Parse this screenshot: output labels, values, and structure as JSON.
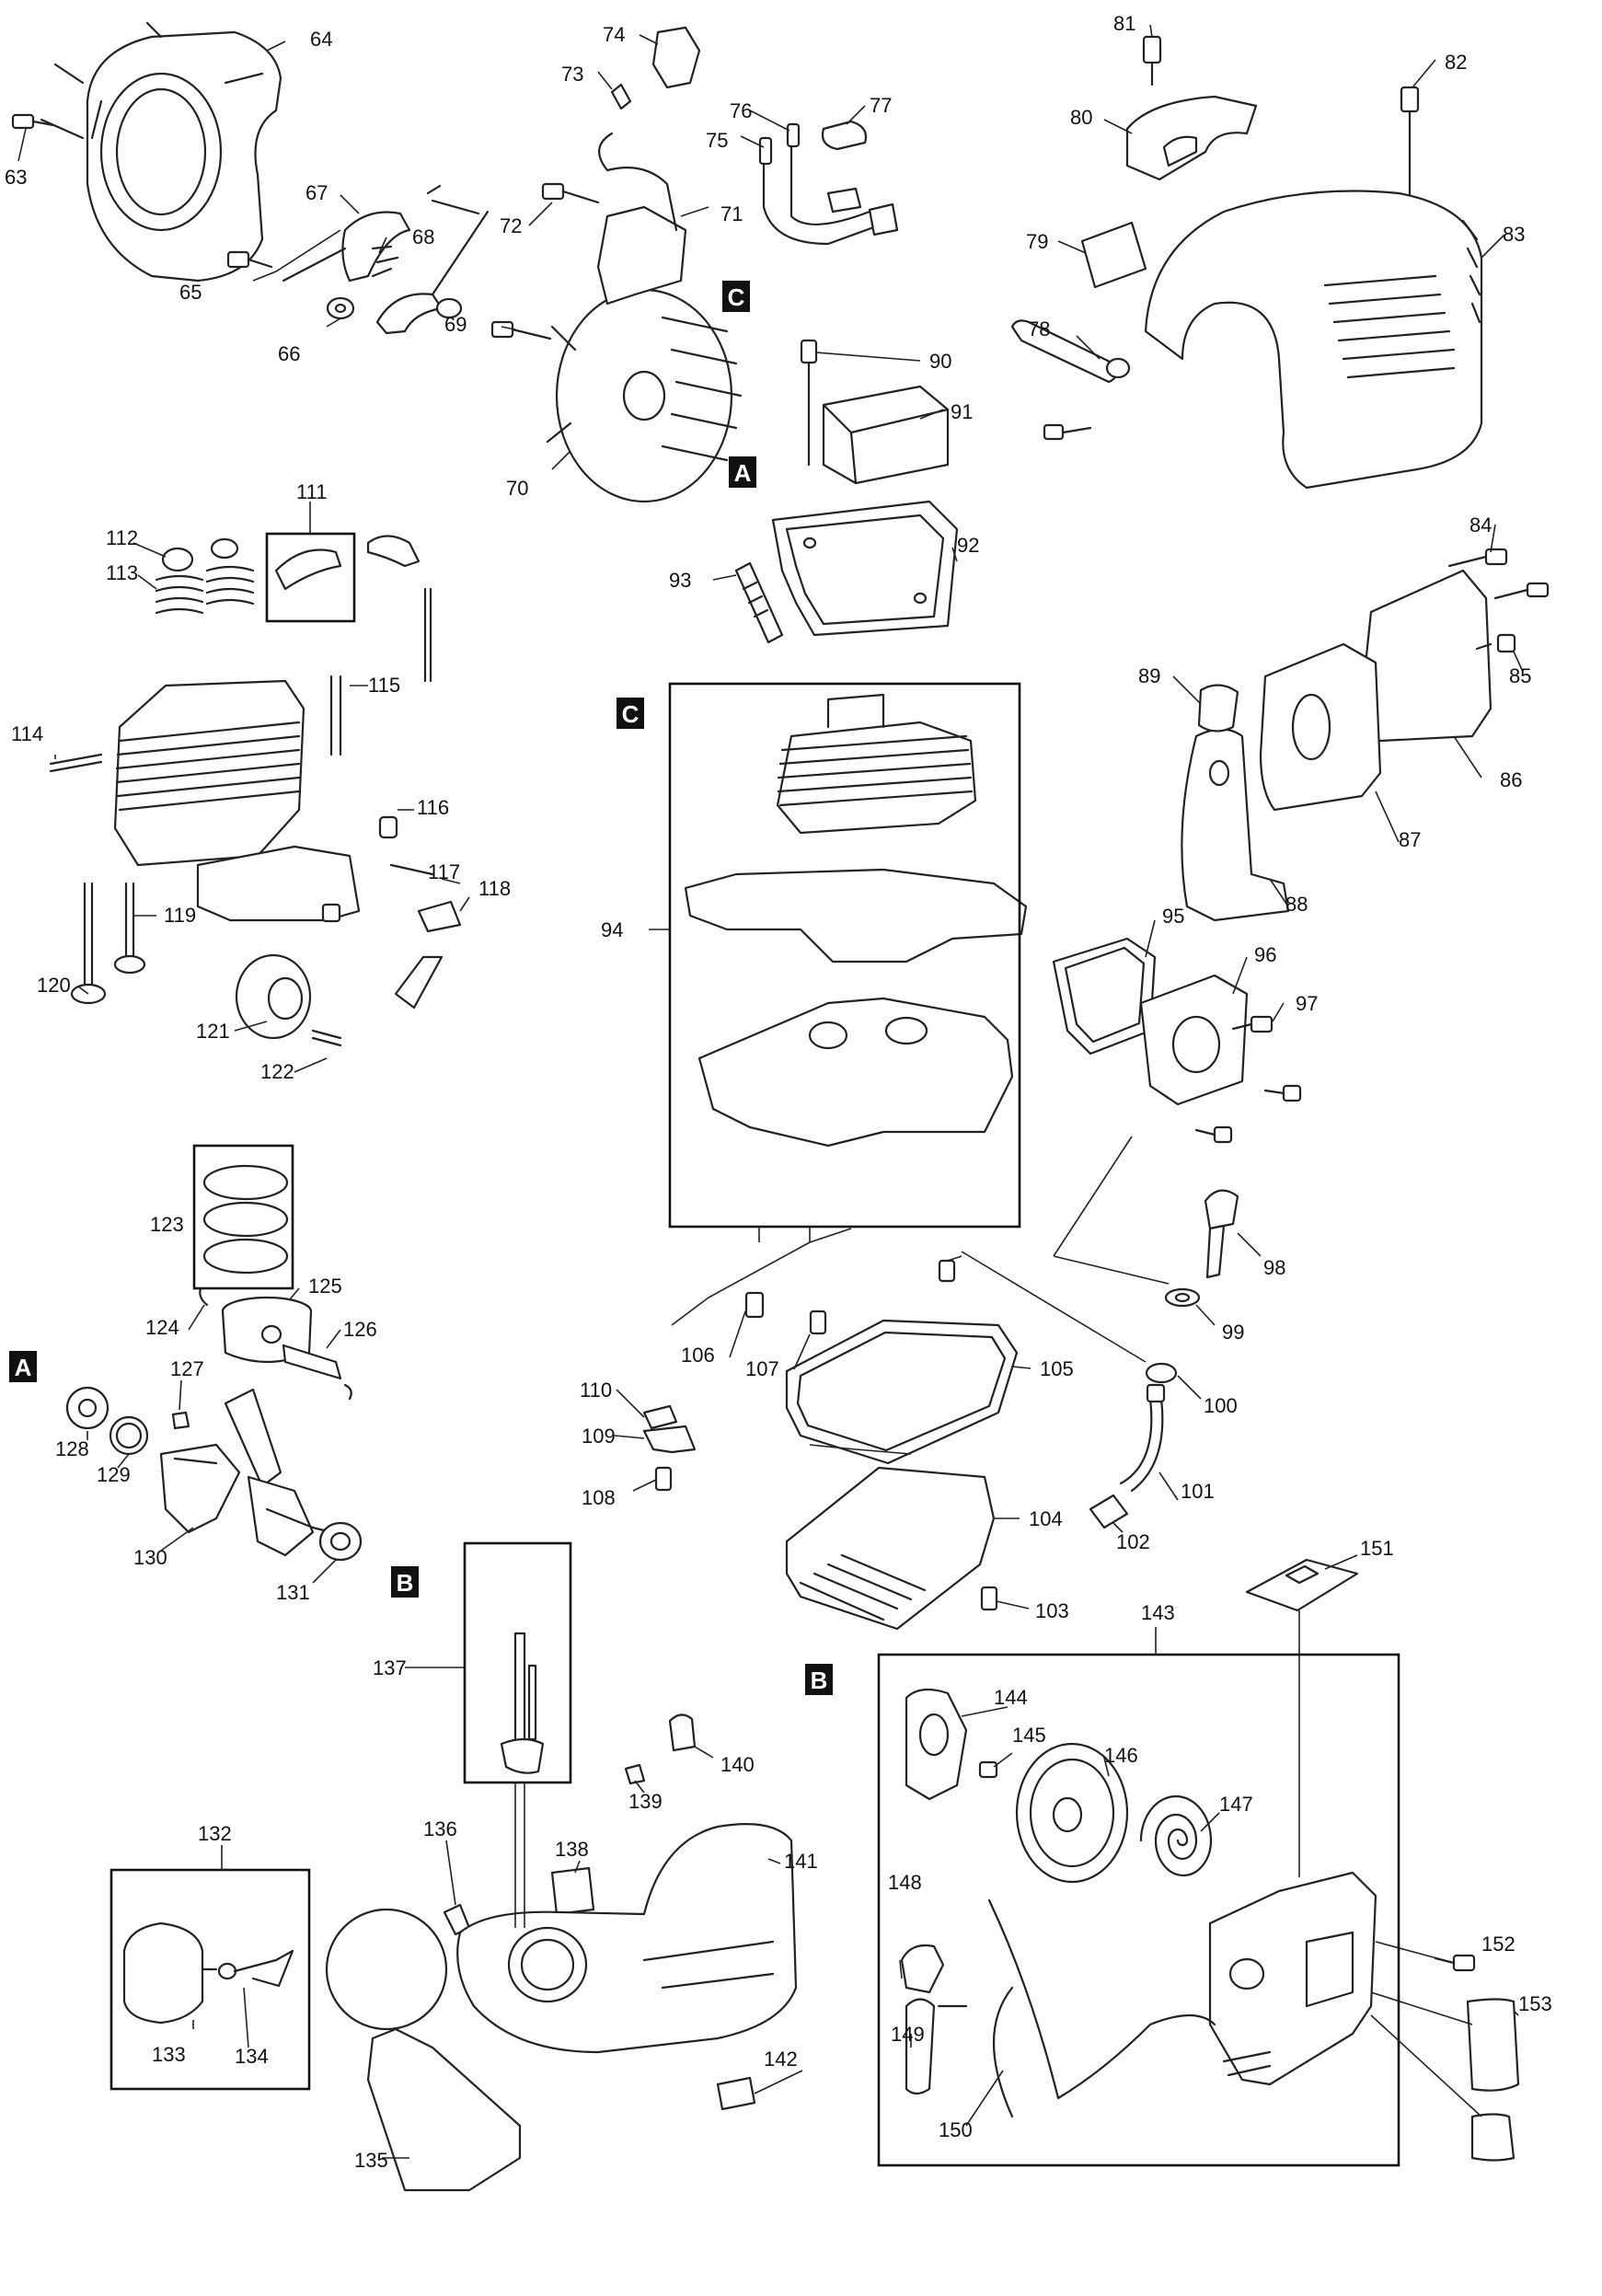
{
  "callouts": [
    {
      "id": "63",
      "label": "63"
    },
    {
      "id": "64",
      "label": "64"
    },
    {
      "id": "65",
      "label": "65"
    },
    {
      "id": "66",
      "label": "66"
    },
    {
      "id": "67",
      "label": "67"
    },
    {
      "id": "68",
      "label": "68"
    },
    {
      "id": "69",
      "label": "69"
    },
    {
      "id": "70",
      "label": "70"
    },
    {
      "id": "71",
      "label": "71"
    },
    {
      "id": "72",
      "label": "72"
    },
    {
      "id": "73",
      "label": "73"
    },
    {
      "id": "74",
      "label": "74"
    },
    {
      "id": "75",
      "label": "75"
    },
    {
      "id": "76",
      "label": "76"
    },
    {
      "id": "77",
      "label": "77"
    },
    {
      "id": "78",
      "label": "78"
    },
    {
      "id": "79",
      "label": "79"
    },
    {
      "id": "80",
      "label": "80"
    },
    {
      "id": "81",
      "label": "81"
    },
    {
      "id": "82",
      "label": "82"
    },
    {
      "id": "83",
      "label": "83"
    },
    {
      "id": "84",
      "label": "84"
    },
    {
      "id": "85",
      "label": "85"
    },
    {
      "id": "86",
      "label": "86"
    },
    {
      "id": "87",
      "label": "87"
    },
    {
      "id": "88",
      "label": "88"
    },
    {
      "id": "89",
      "label": "89"
    },
    {
      "id": "90",
      "label": "90"
    },
    {
      "id": "91",
      "label": "91"
    },
    {
      "id": "92",
      "label": "92"
    },
    {
      "id": "93",
      "label": "93"
    },
    {
      "id": "94",
      "label": "94"
    },
    {
      "id": "95",
      "label": "95"
    },
    {
      "id": "96",
      "label": "96"
    },
    {
      "id": "97",
      "label": "97"
    },
    {
      "id": "98",
      "label": "98"
    },
    {
      "id": "99",
      "label": "99"
    },
    {
      "id": "100",
      "label": "100"
    },
    {
      "id": "101",
      "label": "101"
    },
    {
      "id": "102",
      "label": "102"
    },
    {
      "id": "103",
      "label": "103"
    },
    {
      "id": "104",
      "label": "104"
    },
    {
      "id": "105",
      "label": "105"
    },
    {
      "id": "106",
      "label": "106"
    },
    {
      "id": "107",
      "label": "107"
    },
    {
      "id": "108",
      "label": "108"
    },
    {
      "id": "109",
      "label": "109"
    },
    {
      "id": "110",
      "label": "110"
    },
    {
      "id": "111",
      "label": "111"
    },
    {
      "id": "112",
      "label": "112"
    },
    {
      "id": "113",
      "label": "113"
    },
    {
      "id": "114",
      "label": "114"
    },
    {
      "id": "115",
      "label": "115"
    },
    {
      "id": "116",
      "label": "116"
    },
    {
      "id": "117",
      "label": "117"
    },
    {
      "id": "118",
      "label": "118"
    },
    {
      "id": "119",
      "label": "119"
    },
    {
      "id": "120",
      "label": "120"
    },
    {
      "id": "121",
      "label": "121"
    },
    {
      "id": "122",
      "label": "122"
    },
    {
      "id": "123",
      "label": "123"
    },
    {
      "id": "124",
      "label": "124"
    },
    {
      "id": "125",
      "label": "125"
    },
    {
      "id": "126",
      "label": "126"
    },
    {
      "id": "127",
      "label": "127"
    },
    {
      "id": "128",
      "label": "128"
    },
    {
      "id": "129",
      "label": "129"
    },
    {
      "id": "130",
      "label": "130"
    },
    {
      "id": "131",
      "label": "131"
    },
    {
      "id": "132",
      "label": "132"
    },
    {
      "id": "133",
      "label": "133"
    },
    {
      "id": "134",
      "label": "134"
    },
    {
      "id": "135",
      "label": "135"
    },
    {
      "id": "136",
      "label": "136"
    },
    {
      "id": "137",
      "label": "137"
    },
    {
      "id": "138",
      "label": "138"
    },
    {
      "id": "139",
      "label": "139"
    },
    {
      "id": "140",
      "label": "140"
    },
    {
      "id": "141",
      "label": "141"
    },
    {
      "id": "142",
      "label": "142"
    },
    {
      "id": "143",
      "label": "143"
    },
    {
      "id": "144",
      "label": "144"
    },
    {
      "id": "145",
      "label": "145"
    },
    {
      "id": "146",
      "label": "146"
    },
    {
      "id": "147",
      "label": "147"
    },
    {
      "id": "148",
      "label": "148"
    },
    {
      "id": "149",
      "label": "149"
    },
    {
      "id": "150",
      "label": "150"
    },
    {
      "id": "151",
      "label": "151"
    },
    {
      "id": "152",
      "label": "152"
    },
    {
      "id": "153",
      "label": "153"
    }
  ],
  "reference_tags": [
    {
      "id": "C-top",
      "label": "C"
    },
    {
      "id": "A-top",
      "label": "A"
    },
    {
      "id": "C-engine",
      "label": "C"
    },
    {
      "id": "A-crank",
      "label": "A"
    },
    {
      "id": "B-crank",
      "label": "B"
    },
    {
      "id": "B-starter",
      "label": "B"
    }
  ]
}
